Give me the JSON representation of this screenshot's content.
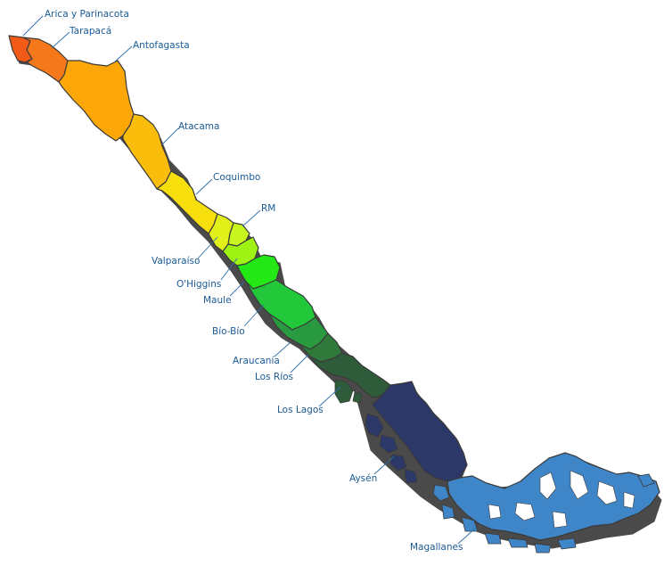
{
  "regions": [
    {
      "id": "arica",
      "name": "Arica y Parinacota",
      "color": "#f25a18"
    },
    {
      "id": "tarapaca",
      "name": "Tarapacá",
      "color": "#f5791a"
    },
    {
      "id": "antofagasta",
      "name": "Antofagasta",
      "color": "#fba708"
    },
    {
      "id": "atacama",
      "name": "Atacama",
      "color": "#fbbd0c"
    },
    {
      "id": "coquimbo",
      "name": "Coquimbo",
      "color": "#f6df0c"
    },
    {
      "id": "valparaiso",
      "name": "Valparaíso",
      "color": "#e0f018"
    },
    {
      "id": "rm",
      "name": "RM",
      "color": "#c9f51e"
    },
    {
      "id": "ohiggins",
      "name": "O'Higgins",
      "color": "#9ef214"
    },
    {
      "id": "maule",
      "name": "Maule",
      "color": "#24e816"
    },
    {
      "id": "biobio",
      "name": "Bío-Bío",
      "color": "#23c83a"
    },
    {
      "id": "araucania",
      "name": "Araucanía",
      "color": "#2a9a40"
    },
    {
      "id": "losrios",
      "name": "Los Ríos",
      "color": "#2f7a3a"
    },
    {
      "id": "loslagos",
      "name": "Los Lagos",
      "color": "#2e5b3a"
    },
    {
      "id": "aysen",
      "name": "Aysén",
      "color": "#2c3868"
    },
    {
      "id": "magallanes",
      "name": "Magallanes",
      "color": "#3f86c8"
    }
  ]
}
